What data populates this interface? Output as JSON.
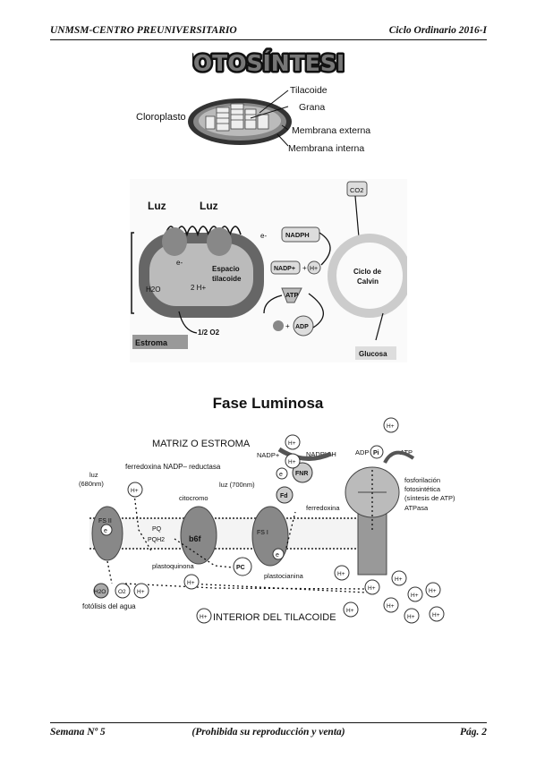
{
  "header": {
    "left": "UNMSM-CENTRO PREUNIVERSITARIO",
    "right": "Ciclo Ordinario 2016-I"
  },
  "title": "FOTOSÍNTESIS",
  "chloroplast": {
    "label": "Cloroplasto",
    "parts": [
      "Tilacoide",
      "Grana",
      "Membrana externa",
      "Membrana interna"
    ]
  },
  "overview": {
    "luz1": "Luz",
    "luz2": "Luz",
    "co2": "CO2",
    "electron": "e-",
    "nadph": "NADPH",
    "nadp": "NADP+",
    "plus": "+",
    "h": "H+",
    "ciclo": "Ciclo de",
    "calvin": "Calvin",
    "espacio": "Espacio",
    "tilacoide": "tilacoide",
    "two_h": "2 H+",
    "h2o": "H2O",
    "atp": "ATP",
    "adp": "ADP",
    "estroma": "Estroma",
    "half_o2": "1/2 O2",
    "glucosa": "Glucosa"
  },
  "luminosa": {
    "title": "Fase Luminosa",
    "matriz": "MATRIZ O ESTROMA",
    "ferredoxina_nadp": "ferredoxina NADP– reductasa",
    "nadp": "NADP+",
    "nadph": "NADPH.H",
    "adp": "ADP",
    "pi": "Pi",
    "atp": "ATP",
    "fosforilacion": [
      "fosforilación",
      "fotosintética",
      "(síntesis de ATP)"
    ],
    "atpasa": "ATPasa",
    "luz680": [
      "luz",
      "(680nm)"
    ],
    "citocromo": "citocromo",
    "luz700": "luz (700nm)",
    "fnr": "FNR",
    "fd": "Fd",
    "ferredoxina": "ferredoxina",
    "fs2": "FS II",
    "fs1": "FS I",
    "pq": "PQ",
    "pqh2": "PQH2",
    "b6f": "b6f",
    "pc": "PC",
    "plastoquinona": "plastoquinona",
    "plastocianina": "plastocianina",
    "h2o": "H2O",
    "o2": "O2",
    "h": "H+",
    "e": "e",
    "fotolisis": "fotólisis del agua",
    "interior": "INTERIOR DEL TILACOIDE"
  },
  "footer": {
    "left": "Semana Nº 5",
    "center": "(Prohibida su reproducción y venta)",
    "right": "Pág. 2"
  }
}
